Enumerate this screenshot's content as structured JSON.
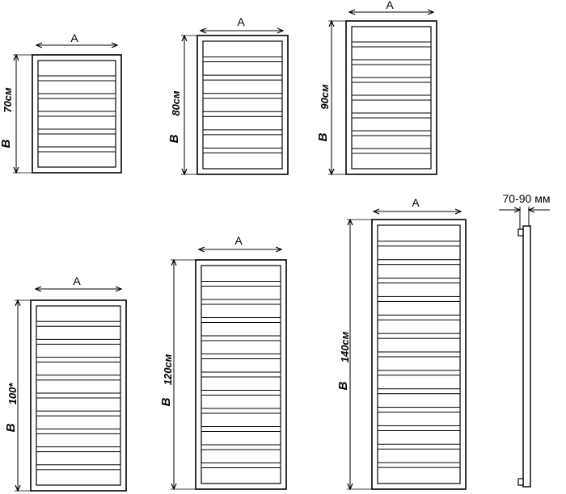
{
  "width_label": "A",
  "height_label": "B",
  "radiators": [
    {
      "id": "r70",
      "height_text": "70см",
      "rails": 5
    },
    {
      "id": "r80",
      "height_text": "80см",
      "rails": 6
    },
    {
      "id": "r90",
      "height_text": "90см",
      "rails": 7
    },
    {
      "id": "r100",
      "height_text": "100*",
      "rails": 9
    },
    {
      "id": "r120",
      "height_text": "120см",
      "rails": 11
    },
    {
      "id": "r140",
      "height_text": "140см",
      "rails": 13
    }
  ],
  "side_view": {
    "depth_text": "70-90 мм"
  }
}
